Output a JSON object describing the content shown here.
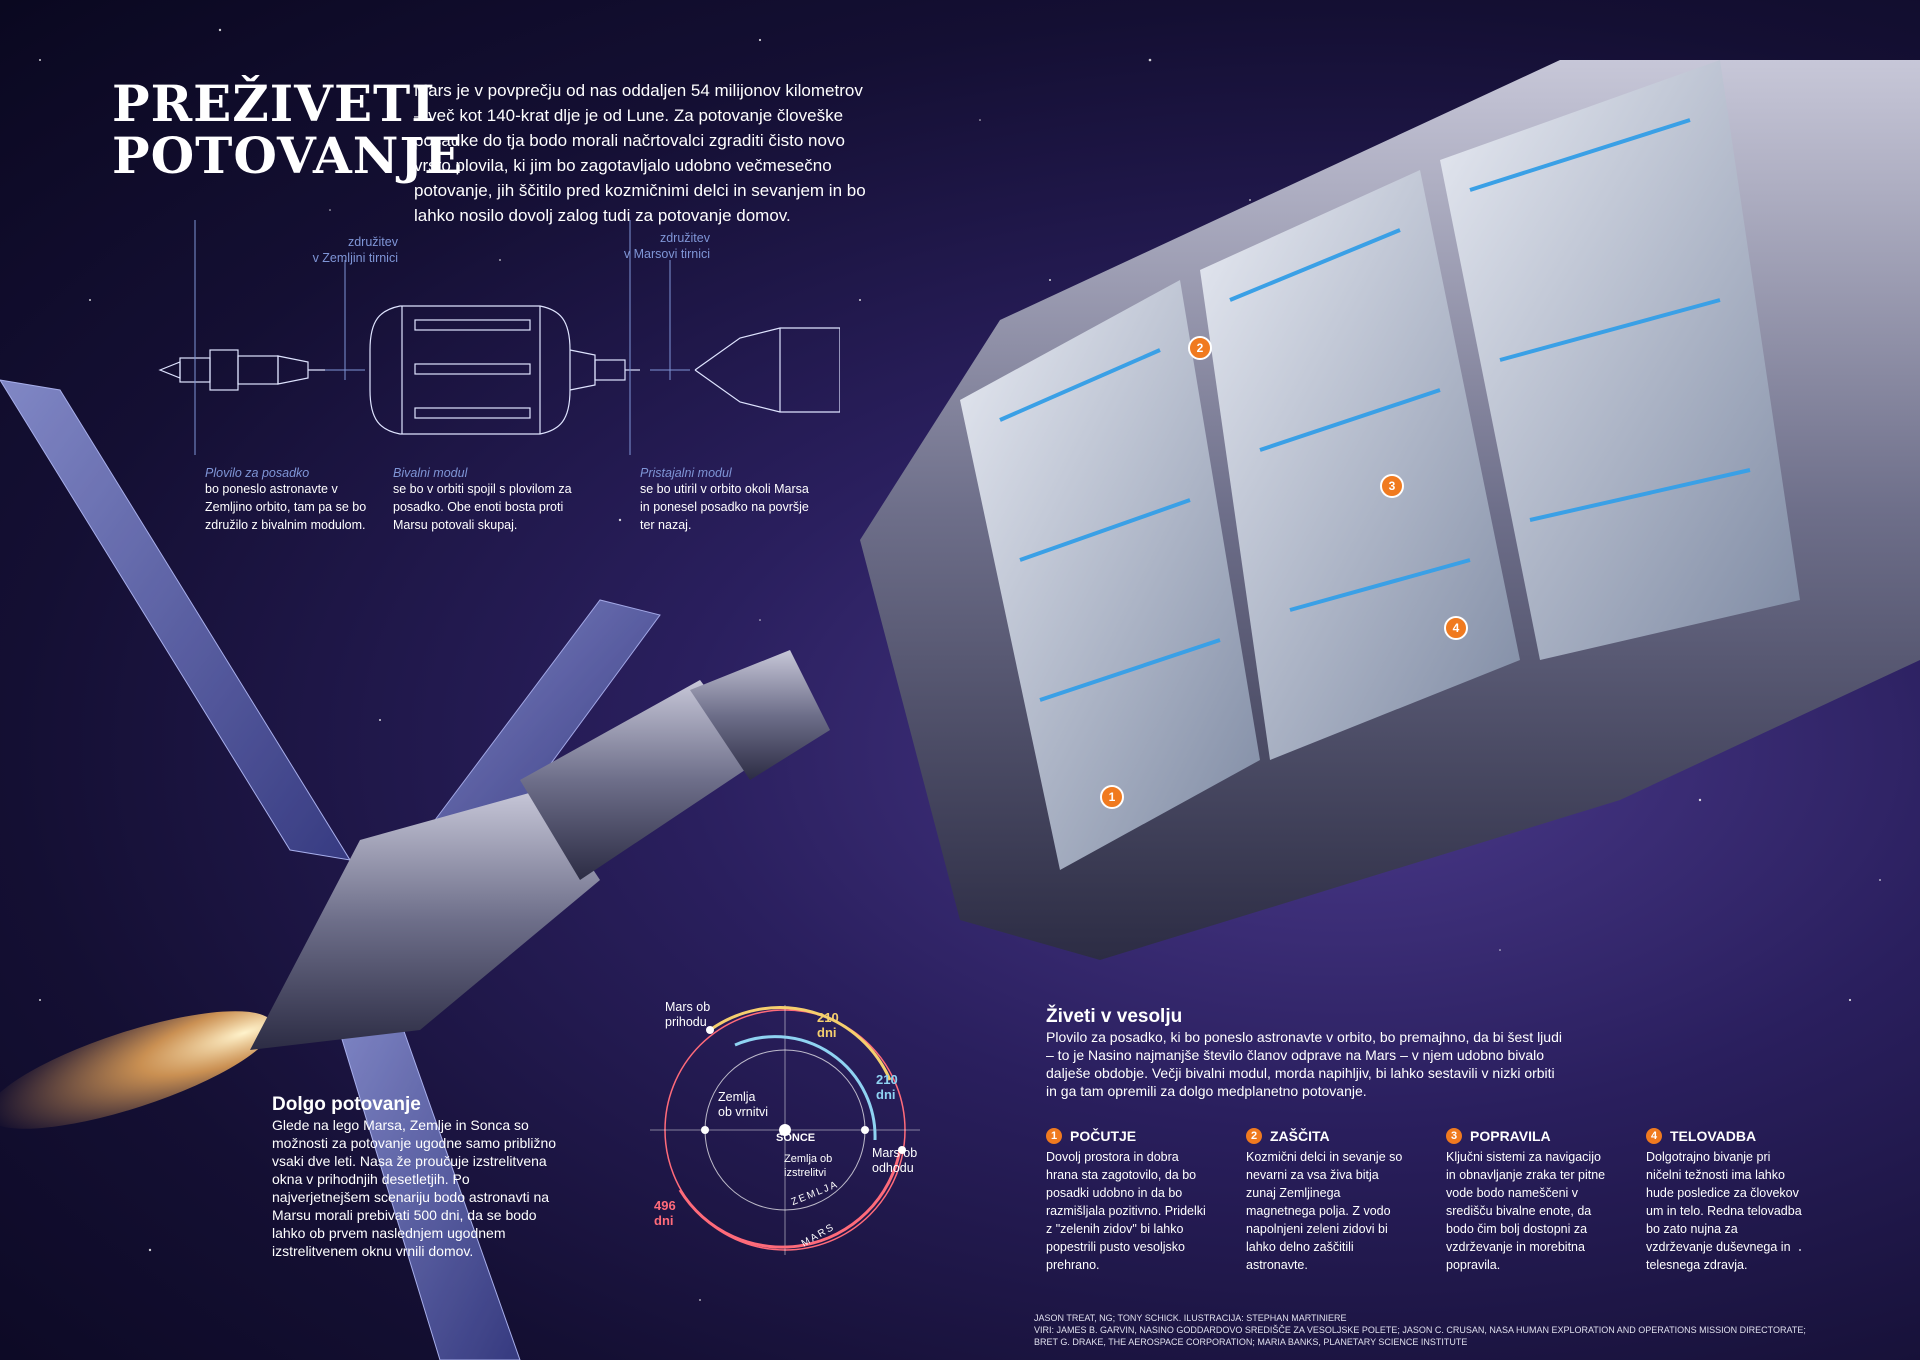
{
  "header": {
    "title_line1": "PREŽIVETI",
    "title_line2": "POTOVANJE",
    "intro": "Mars je v povprečju od nas oddaljen 54 milijonov kilometrov – več kot 140-krat dlje je od Lune. Za potovanje človeške posadke do tja bodo morali načrtovalci zgraditi čisto novo vrsto plovila, ki jim bo zagotavljalo udobno večmesečno potovanje, jih ščitilo pred kozmičnimi delci in sevanjem in bo lahko nosilo dovolj zalog tudi za potovanje domov."
  },
  "schematic": {
    "join_earth_line1": "združitev",
    "join_earth_line2": "v Zemljini tirnici",
    "join_mars_line1": "združitev",
    "join_mars_line2": "v Marsovi tirnici",
    "crew_title": "Plovilo za posadko",
    "crew_text": "bo poneslo astronavte v Zemljino orbito, tam pa se bo združilo z bivalnim modulom.",
    "hab_title": "Bivalni modul",
    "hab_text": "se bo v orbiti spojil s plovilom za posadko. Obe enoti bosta proti Marsu potovali skupaj.",
    "lander_title": "Pristajalni modul",
    "lander_text": "se bo utiril v orbito okoli Marsa in ponesel posadko na površje ter nazaj."
  },
  "long_trip": {
    "title": "Dolgo potovanje",
    "text": "Glede na lego Marsa, Zemlje in Sonca so možnosti za potovanje ugodne samo približno vsaki dve leti. Nasa že proučuje izstrelitvena okna v prihodnjih desetletjih. Po najverjetnejšem scenariju bodo astronavti na Marsu morali prebivati 500 dni, da se bodo lahko ob prvem naslednjem ugodnem izstrelitvenem oknu vrnili domov."
  },
  "orbit": {
    "mars_arrival_line1": "Mars ob",
    "mars_arrival_line2": "prihodu",
    "d210a_line1": "210",
    "d210a_line2": "dni",
    "d210b_line1": "210",
    "d210b_line2": "dni",
    "earth_return_line1": "Zemlja",
    "earth_return_line2": "ob vrnitvi",
    "sun": "SONCE",
    "earth_launch_line1": "Zemlja ob",
    "earth_launch_line2": "izstrelitvi",
    "mars_departure_line1": "Mars ob",
    "mars_departure_line2": "odhodu",
    "d496_line1": "496",
    "d496_line2": "dni",
    "earth_label": "ZEMLJA",
    "mars_label": "MARS",
    "colors": {
      "outbound": "#f5cf6e",
      "return": "#8fd3f2",
      "stay": "#ff6b7a",
      "mars_orbit": "#ff6b7a",
      "earth_orbit": "#ffffff"
    }
  },
  "living": {
    "title": "Živeti v vesolju",
    "text": "Plovilo za posadko, ki bo poneslo astronavte v orbito, bo premajhno, da bi šest ljudi – to je Nasino najmanjše število članov odprave na Mars – v njem udobno bivalo dalješe obdobje. Večji bivalni modul, morda napihljiv, bi lahko sestavili v nizki orbiti in ga tam opremili za dolgo medplanetno potovanje."
  },
  "columns": [
    {
      "num": "1",
      "title": "POČUTJE",
      "text": "Dovolj prostora in dobra hrana sta zagotovilo, da bo posadki udobno in da bo razmišljala pozitivno. Pridelki z \"zelenih zidov\" bi lahko popestrili pusto vesoljsko prehrano."
    },
    {
      "num": "2",
      "title": "ZAŠČITA",
      "text": "Kozmični delci in sevanje so nevarni za vsa živa bitja zunaj Zemljinega magnetnega polja. Z vodo napolnjeni zeleni zidovi bi lahko delno zaščitili astronavte."
    },
    {
      "num": "3",
      "title": "POPRAVILA",
      "text": "Ključni sistemi za navigacijo in obnavljanje zraka ter pitne vode bodo nameščeni v središču bivalne enote, da bodo čim bolj dostopni za vzdrževanje in morebitna popravila."
    },
    {
      "num": "4",
      "title": "TELOVADBA",
      "text": "Dolgotrajno bivanje pri ničelni težnosti ima lahko hude posledice za človekov um in telo. Redna telovadba bo zato nujna za vzdrževanje duševnega in telesnega zdravja."
    }
  ],
  "markers": [
    "1",
    "2",
    "3",
    "4"
  ],
  "credits": {
    "line1": "JASON TREAT, NG; TONY SCHICK. ILUSTRACIJA: STEPHAN MARTINIERE",
    "line2": "VIRI: JAMES B. GARVIN, NASINO GODDARDOVO SREDIŠČE ZA VESOLJSKE POLETE; JASON C. CRUSAN, NASA HUMAN EXPLORATION AND OPERATIONS MISSION DIRECTORATE;",
    "line3": "BRET G. DRAKE, THE AEROSPACE CORPORATION; MARIA BANKS, PLANETARY SCIENCE INSTITUTE"
  },
  "colors": {
    "accent": "#f07a1f",
    "blueprint": "#7f95d6",
    "background": "#1d1646"
  }
}
